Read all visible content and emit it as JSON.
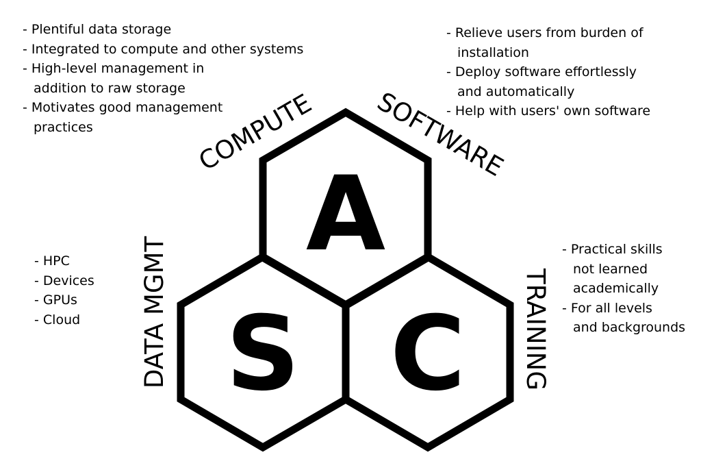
{
  "hexagons": {
    "top_letter": "A",
    "left_letter": "S",
    "right_letter": "C"
  },
  "labels": {
    "compute": "COMPUTE",
    "software": "SOFTWARE",
    "data_mgmt": "DATA MGMT",
    "training": "TRAINING"
  },
  "data_bullets": {
    "item1": "- Plentiful data storage",
    "item2": "- Integrated to compute and other systems",
    "item3_line1": "- High-level management in",
    "item3_line2": "addition to raw storage",
    "item4_line1": "- Motivates good management",
    "item4_line2": "practices"
  },
  "software_bullets": {
    "item1_line1": "- Relieve users from burden of",
    "item1_line2": "installation",
    "item2_line1": "- Deploy software effortlessly",
    "item2_line2": "and automatically",
    "item3": "- Help with users' own software"
  },
  "compute_bullets": {
    "item1": "- HPC",
    "item2": "- Devices",
    "item3": "- GPUs",
    "item4": "- Cloud"
  },
  "training_bullets": {
    "item1_line1": "- Practical skills",
    "item1_line2": "not learned",
    "item1_line3": "academically",
    "item2_line1": "- For all levels",
    "item2_line2": "and backgrounds"
  },
  "colors": {
    "stroke": "#000000",
    "background": "#ffffff"
  }
}
